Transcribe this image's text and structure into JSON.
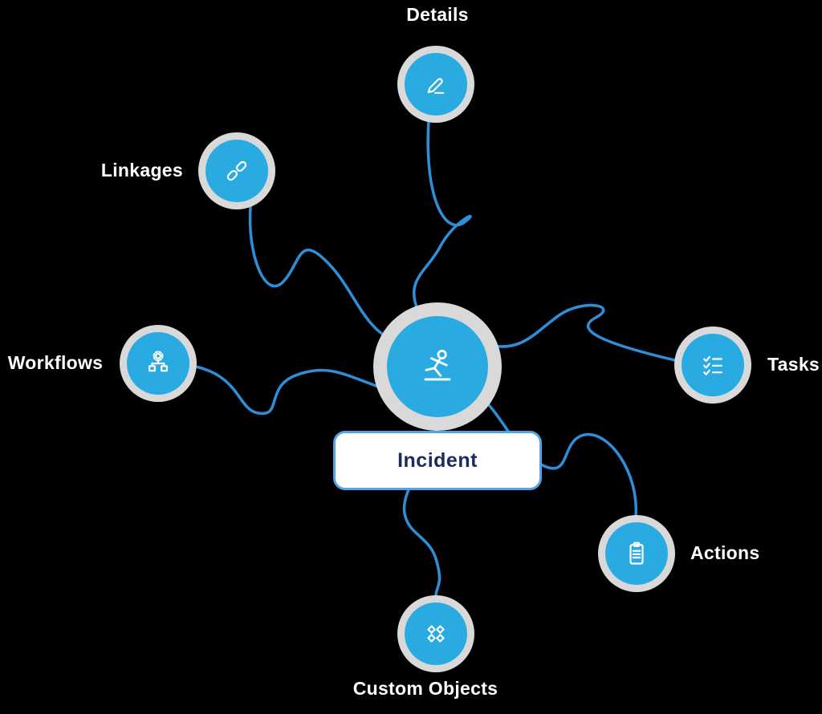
{
  "center": {
    "label": "Incident",
    "icon": "person-slipping-icon"
  },
  "nodes": {
    "details": {
      "label": "Details",
      "icon": "pencil-icon"
    },
    "linkages": {
      "label": "Linkages",
      "icon": "chain-link-icon"
    },
    "workflows": {
      "label": "Workflows",
      "icon": "gear-hierarchy-icon"
    },
    "tasks": {
      "label": "Tasks",
      "icon": "checklist-icon"
    },
    "actions": {
      "label": "Actions",
      "icon": "clipboard-icon"
    },
    "custom_objects": {
      "label": "Custom Objects",
      "icon": "diamonds-grid-icon"
    }
  },
  "colors": {
    "node_fill": "#29ABE2",
    "node_ring": "#D9D9D9",
    "connector": "#2F8ED8",
    "label_text": "#FFFFFF",
    "center_label_text": "#1B2B5E",
    "center_label_bg": "#FFFFFF",
    "center_label_border": "#53A4E3",
    "background": "#000000"
  }
}
